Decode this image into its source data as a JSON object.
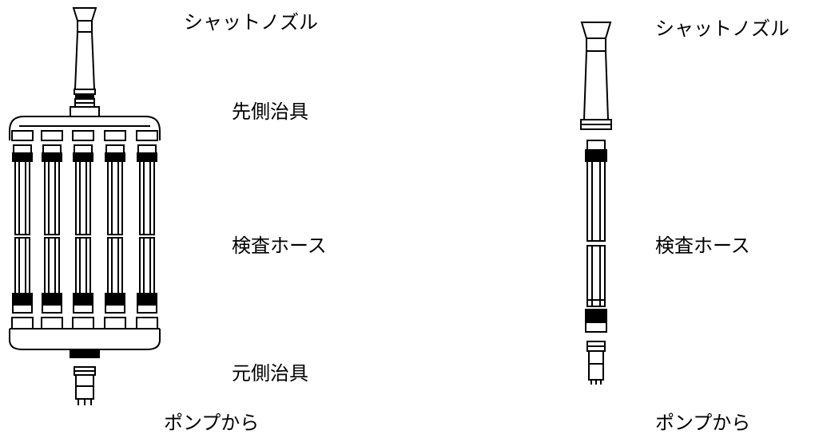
{
  "left_setup": {
    "shut_nozzle": "シャットノズル",
    "tip_jig": "先側治具",
    "test_hose": "検査ホース",
    "base_jig": "元側治具",
    "from_pump": "ポンプから",
    "hose_count": 5
  },
  "right_setup": {
    "shut_nozzle": "シャットノズル",
    "test_hose": "検査ホース",
    "from_pump": "ポンプから"
  },
  "colors": {
    "line": "#000000",
    "background": "#ffffff"
  }
}
